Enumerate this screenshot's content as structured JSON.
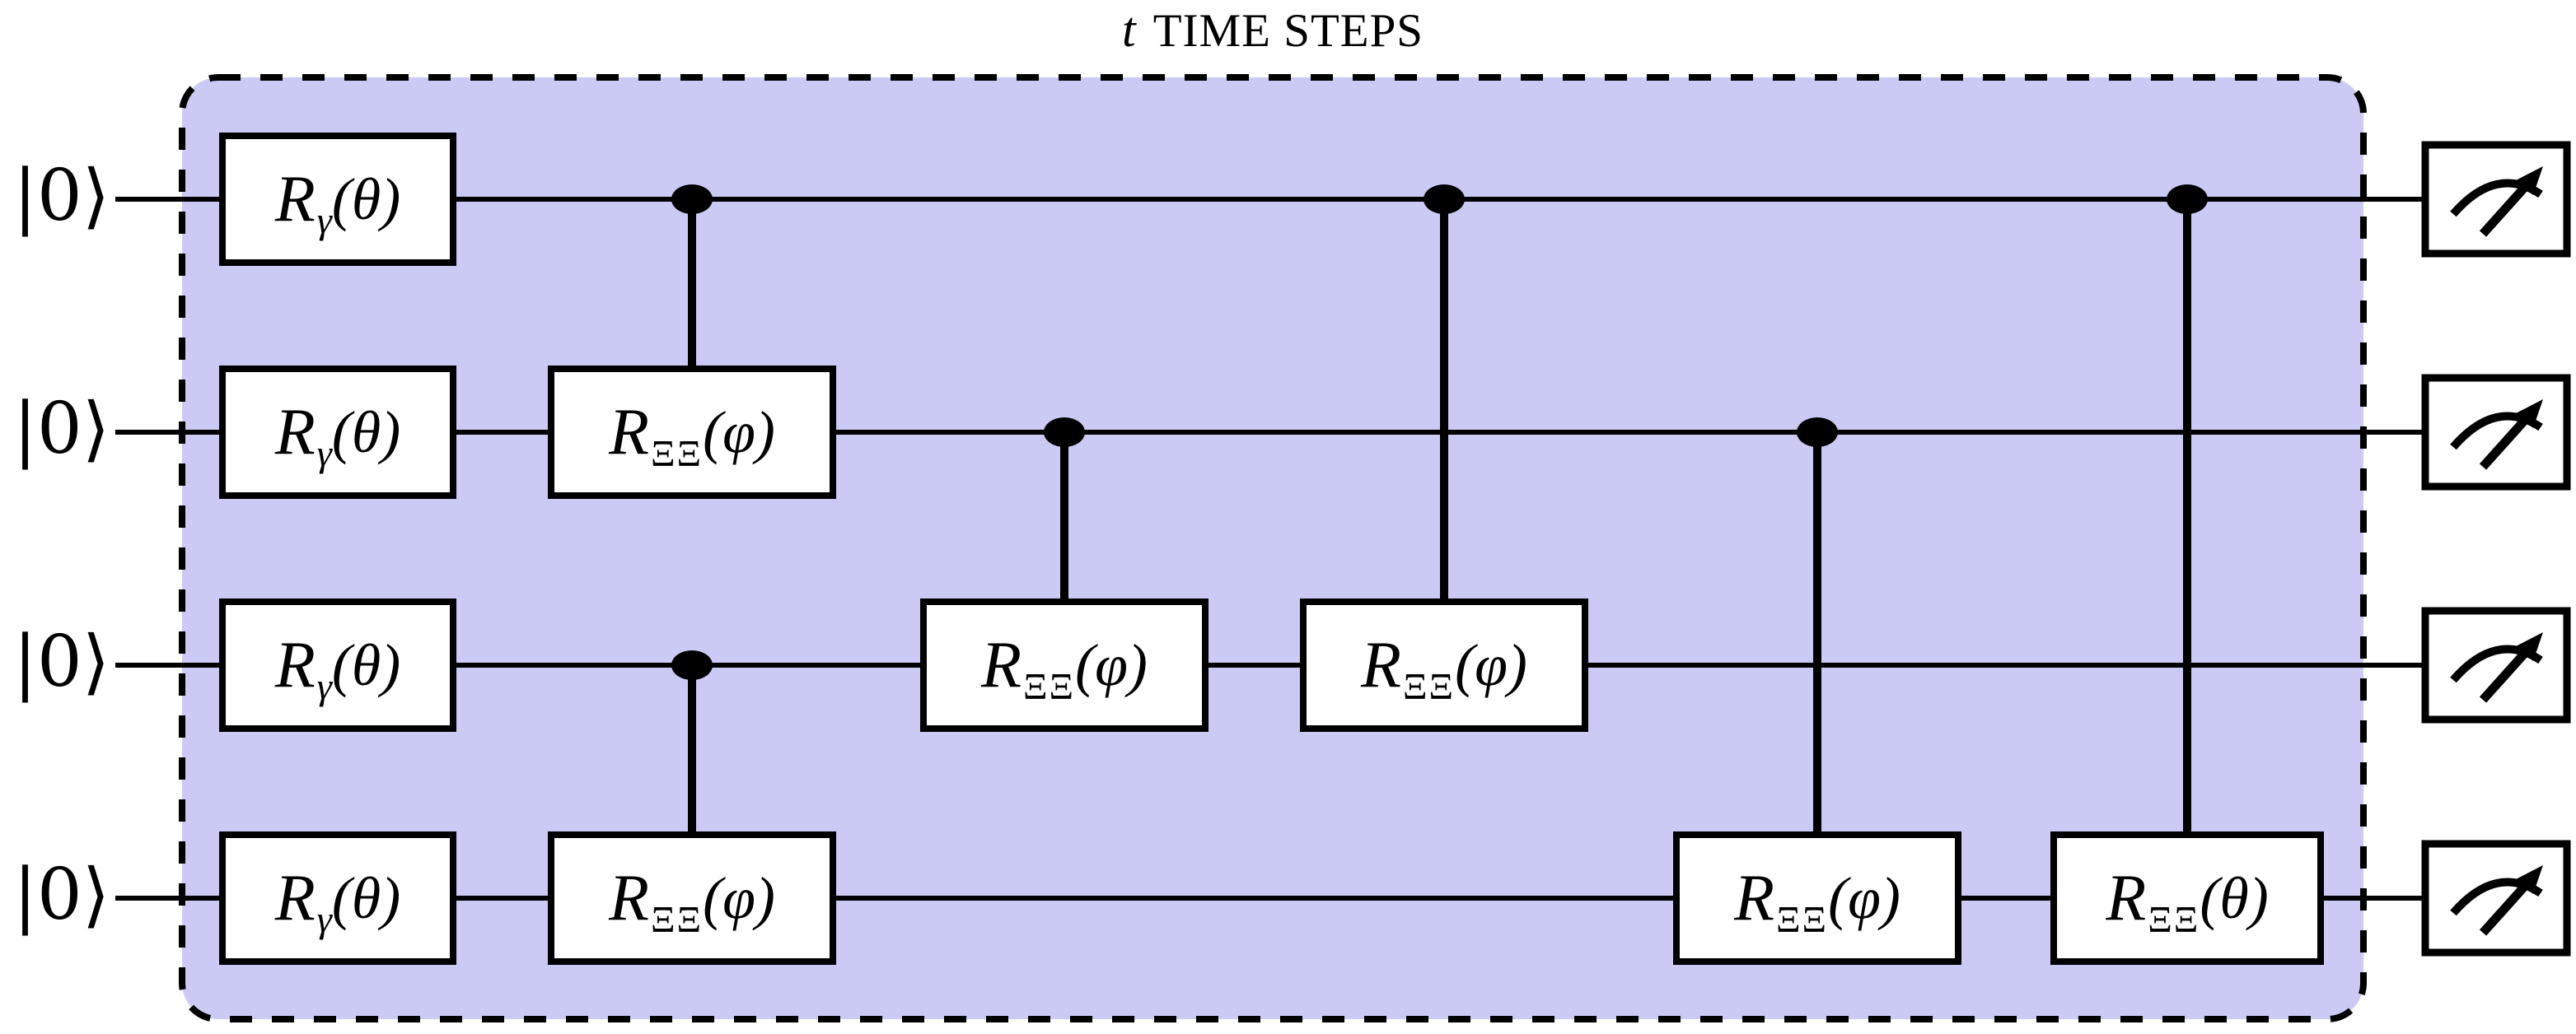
{
  "title": {
    "prefix": "t",
    "rest": "TIME STEPS"
  },
  "colors": {
    "background": "#ffffff",
    "block_fill": "#cacaf5",
    "stroke": "#000000",
    "gate_fill": "#ffffff"
  },
  "icons": {
    "measurement": "meter-gauge-arrow-icon"
  },
  "circuit": {
    "num_qubits": 4,
    "qubits": [
      {
        "ket": "|0⟩"
      },
      {
        "ket": "|0⟩"
      },
      {
        "ket": "|0⟩"
      },
      {
        "ket": "|0⟩"
      }
    ],
    "gates": [
      {
        "kind": "single",
        "wire": 0,
        "col": 0,
        "base": "R",
        "sub": "γ",
        "arg": "(θ)"
      },
      {
        "kind": "single",
        "wire": 1,
        "col": 0,
        "base": "R",
        "sub": "γ",
        "arg": "(θ)"
      },
      {
        "kind": "single",
        "wire": 2,
        "col": 0,
        "base": "R",
        "sub": "γ",
        "arg": "(θ)"
      },
      {
        "kind": "single",
        "wire": 3,
        "col": 0,
        "base": "R",
        "sub": "γ",
        "arg": "(θ)"
      },
      {
        "kind": "two",
        "control": 0,
        "target": 1,
        "col": 1,
        "base": "R",
        "sub": "ΞΞ",
        "arg": "(φ)"
      },
      {
        "kind": "two",
        "control": 2,
        "target": 3,
        "col": 1,
        "base": "R",
        "sub": "ΞΞ",
        "arg": "(φ)"
      },
      {
        "kind": "two",
        "control": 1,
        "target": 2,
        "col": 2,
        "base": "R",
        "sub": "ΞΞ",
        "arg": "(φ)"
      },
      {
        "kind": "two",
        "control": 0,
        "target": 2,
        "col": 3,
        "base": "R",
        "sub": "ΞΞ",
        "arg": "(φ)"
      },
      {
        "kind": "two",
        "control": 1,
        "target": 3,
        "col": 4,
        "base": "R",
        "sub": "ΞΞ",
        "arg": "(φ)"
      },
      {
        "kind": "two",
        "control": 0,
        "target": 3,
        "col": 5,
        "base": "R",
        "sub": "ΞΞ",
        "arg": "(θ)"
      }
    ],
    "measurements": [
      {
        "wire": 0
      },
      {
        "wire": 1
      },
      {
        "wire": 2
      },
      {
        "wire": 3
      }
    ]
  }
}
